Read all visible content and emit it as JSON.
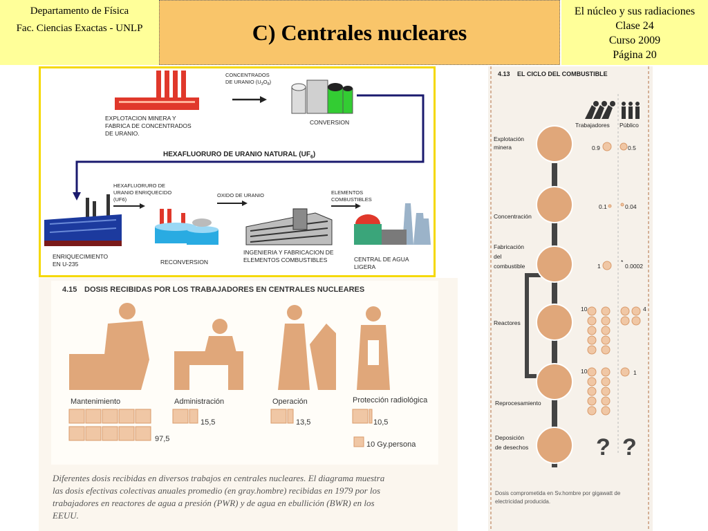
{
  "header": {
    "left_line1": "Departamento de Física",
    "left_line2": "Fac. Ciencias Exactas - UNLP",
    "title": "C) Centrales nucleares",
    "right_line1": "El núcleo y sus radiaciones",
    "right_line2": "Clase 24",
    "right_line3": "Curso 2009",
    "right_line4": "Página 20"
  },
  "fuel_diagram": {
    "concentrados": "CONCENTRADOS",
    "de_uranio": "DE URANIO (U",
    "sub3": "3",
    "o": "O",
    "sub8": "8",
    "close": ")",
    "mining_l1": "EXPLOTACION MINERA Y",
    "mining_l2": "FABRICA DE CONCENTRADOS",
    "mining_l3": "DE URANIO.",
    "conversion": "CONVERSION",
    "hexa_title": "HEXAFLUORURO DE URANIO NATURAL (UF",
    "sub6": "6",
    "hexa_close": ")",
    "enr_l1": "HEXAFLUORURO DE",
    "enr_l2": "URANIO ENRIQUECIDO",
    "enr_l3": "(UF6)",
    "oxido": "OXIDO DE URANIO",
    "elem_l1": "ELEMENTOS",
    "elem_l2": "COMBUSTIBLES",
    "enriq_l1": "ENRIQUECIMIENTO",
    "enriq_l2": "EN U-235",
    "reconversion": "RECONVERSION",
    "ing_l1": "INGENIERIA Y FABRICACION DE",
    "ing_l2": "ELEMENTOS COMBUSTIBLES",
    "central_l1": "CENTRAL DE AGUA",
    "central_l2": "LIGERA"
  },
  "dose_panel": {
    "number": "4.15",
    "title": "DOSIS RECIBIDAS POR LOS TRABAJADORES EN CENTRALES NUCLEARES",
    "categories": [
      {
        "label": "Mantenimiento",
        "value": "97,5"
      },
      {
        "label": "Administración",
        "value": "15,5"
      },
      {
        "label": "Operación",
        "value": "13,5"
      },
      {
        "label": "Protección radiológica",
        "value": "10,5"
      }
    ],
    "legend": "10  Gy.persona",
    "caption_l1": "Diferentes dosis recibidas en diversos trabajos en centrales nucleares. El diagrama muestra",
    "caption_l2": "las dosis efectivas colectivas anuales promedio (en gray.hombre) recibidas en 1979 por los",
    "caption_l3": "trabajadores en reactores de agua a presión (PWR) y de agua en ebullición (BWR) en los",
    "caption_l4": "EEUU."
  },
  "cycle_panel": {
    "number": "4.13",
    "title": "EL CICLO DEL COMBUSTIBLE",
    "col_workers": "Trabajadores",
    "col_public": "Público",
    "stages": {
      "exp_l1": "Explotación",
      "exp_l2": "minera",
      "conc": "Concentración",
      "fab_l1": "Fabricación",
      "fab_l2": "del",
      "fab_l3": "combustible",
      "reactores": "Reactores",
      "reproc": "Reprocesamiento",
      "dep_l1": "Deposición",
      "dep_l2": "de desechos"
    },
    "values": {
      "exp_w": "0.9",
      "exp_p": "0.5",
      "conc_w": "0.1",
      "conc_p": "0.04",
      "fab_w": "1",
      "fab_p": "0.0002",
      "reac_w": "10",
      "reac_p": "4",
      "rep_w": "10",
      "rep_p": "1",
      "dep_w": "?",
      "dep_p": "?",
      "star": "*"
    },
    "footnote_l1": "Dosis comprometida en Sv.hombre por gigawatt de",
    "footnote_l2": "electricidad producida."
  },
  "colors": {
    "header_bg": "#ffff99",
    "title_box_bg": "#f9c56a",
    "frame_yellow": "#f5d800",
    "figure_tan": "#e0a77a",
    "chain_gray": "#444444"
  }
}
